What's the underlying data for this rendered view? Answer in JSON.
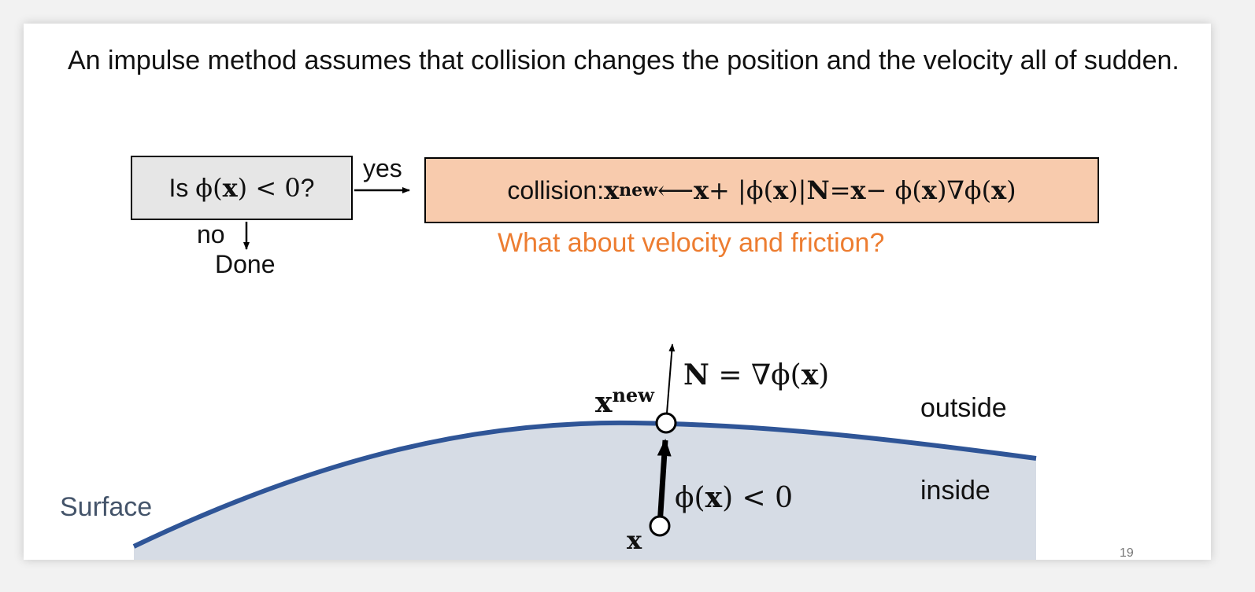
{
  "slide": {
    "intro": "An impulse method assumes that collision changes the position and the velocity all of sudden.",
    "decision": {
      "prefix": "Is ",
      "math": "ϕ(",
      "x": "x",
      "math_tail": ") < 0",
      "suffix": "?"
    },
    "yes_label": "yes",
    "no_label": "no",
    "done_label": "Done",
    "collision": {
      "label": "collision: ",
      "x_new_base": "x",
      "x_new_sup": "new",
      "arrow": " ⟵ ",
      "x1": "x",
      "part1": " + |ϕ(",
      "x2": "x",
      "part2": ")|",
      "N": "N",
      "part3": " = ",
      "x3": "x",
      "part4": " − ϕ(",
      "x4": "x",
      "part5": ")∇ϕ(",
      "x5": "x",
      "part6": ")"
    },
    "question": "What about velocity and friction?",
    "page_number": "19"
  },
  "diagram": {
    "surface_label": "Surface",
    "outside_label": "outside",
    "inside_label": "inside",
    "normal_label": {
      "N": "N",
      "rest": " = ∇ϕ(",
      "x": "x",
      "close": ")"
    },
    "phi_label": {
      "pre": "ϕ(",
      "x": "x",
      "post": ") < 0"
    },
    "x_label": "x",
    "x_new_label": {
      "base": "x",
      "sup": "new"
    },
    "colors": {
      "surface_line": "#2f5597",
      "inside_fill": "#d6dce5",
      "question": "#ed7d31",
      "collision_box": "#f8cbad",
      "decision_box": "#e6e6e6"
    }
  }
}
